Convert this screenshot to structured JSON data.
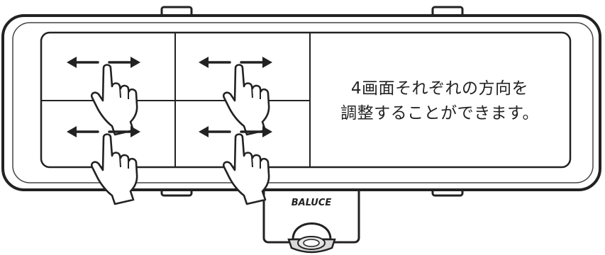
{
  "device": {
    "brand_label": "BALUCE",
    "icon": "rear-view-mirror-dashcam"
  },
  "screen": {
    "quadrants": [
      {
        "position": "top-left",
        "icon": "swipe-left-right-gesture"
      },
      {
        "position": "top-right",
        "icon": "swipe-left-right-gesture"
      },
      {
        "position": "bottom-left",
        "icon": "swipe-left-right-gesture"
      },
      {
        "position": "bottom-right",
        "icon": "swipe-left-right-gesture"
      }
    ],
    "caption_line1": "4画面それぞれの方向を",
    "caption_line2": "調整することができます。"
  },
  "colors": {
    "stroke": "#222222",
    "panel_fill": "#ffffff",
    "caption_text": "#222222"
  }
}
